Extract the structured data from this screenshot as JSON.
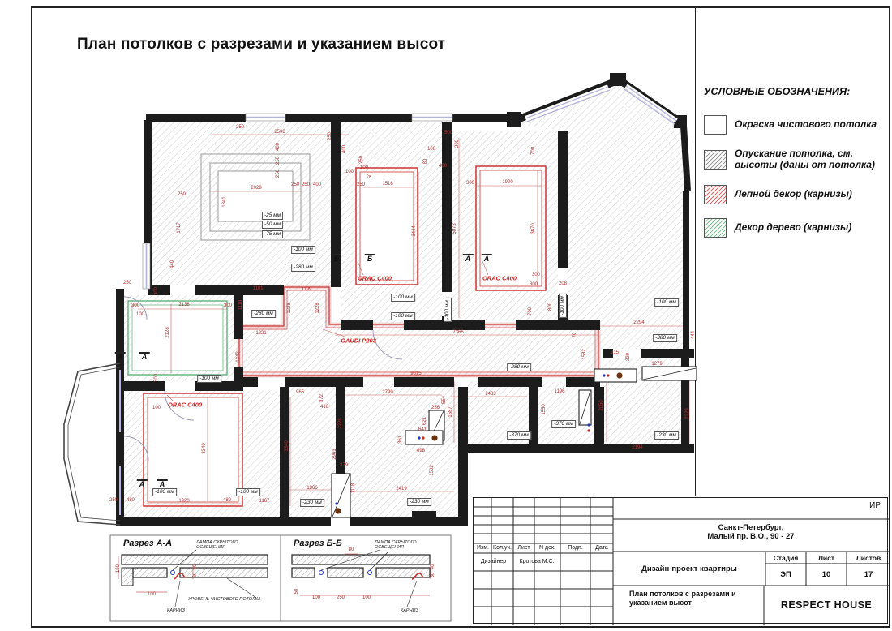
{
  "sheet": {
    "title": "План потолков с разрезами и указанием высот"
  },
  "legend": {
    "title": "УСЛОВНЫЕ ОБОЗНАЧЕНИЯ:",
    "items": [
      {
        "label": "Окраска чистового потолка",
        "swatch": "white"
      },
      {
        "label": "Опускание потолка, см.\nвысоты (даны от потолка)",
        "swatch": "gray-hatch"
      },
      {
        "label": "Лепной декор (карнизы)",
        "swatch": "red-hatch"
      },
      {
        "label": "Декор дерево (карнизы)",
        "swatch": "green-hatch"
      }
    ]
  },
  "colors": {
    "dim_red": "#b03030",
    "cornice_red": "#cc3333",
    "wood_green": "#6cb584",
    "hatch_gray": "#c6c6c6",
    "window_lavender": "#b4b4d9"
  },
  "plan": {
    "dims": [
      [
        "250",
        296,
        157
      ],
      [
        "2508",
        345,
        163
      ],
      [
        "400",
        343,
        181,
        1
      ],
      [
        "250",
        343,
        198,
        1
      ],
      [
        "250",
        343,
        214,
        1
      ],
      [
        "2029",
        316,
        232
      ],
      [
        "250",
        364,
        228
      ],
      [
        "250",
        377,
        228
      ],
      [
        "400",
        391,
        228
      ],
      [
        "1341",
        277,
        249,
        1
      ],
      [
        "250",
        224,
        240
      ],
      [
        "1717",
        221,
        281,
        1
      ],
      [
        "440",
        213,
        326,
        1
      ],
      [
        "250",
        157,
        349
      ],
      [
        "250",
        407,
        168,
        1
      ],
      [
        "400",
        425,
        184,
        1
      ],
      [
        "100",
        431,
        212
      ],
      [
        "250",
        446,
        197,
        1
      ],
      [
        "100",
        449,
        207
      ],
      [
        "50",
        457,
        217,
        1
      ],
      [
        "250",
        445,
        228
      ],
      [
        "1516",
        478,
        227
      ],
      [
        "100",
        532,
        184
      ],
      [
        "80",
        525,
        199,
        1
      ],
      [
        "480",
        546,
        205
      ],
      [
        "3444",
        511,
        285,
        1
      ],
      [
        "500",
        553,
        164
      ],
      [
        "200",
        564,
        177,
        1
      ],
      [
        "700",
        658,
        186,
        1
      ],
      [
        "300",
        580,
        226
      ],
      [
        "1900",
        626,
        225
      ],
      [
        "5073",
        561,
        282,
        1
      ],
      [
        "3670",
        658,
        282,
        1
      ],
      [
        "300",
        661,
        339
      ],
      [
        "300",
        658,
        351
      ],
      [
        "208",
        694,
        350
      ],
      [
        "800",
        679,
        378,
        1
      ],
      [
        "700",
        654,
        384,
        1
      ],
      [
        "2294",
        788,
        398
      ],
      [
        "444",
        855,
        413,
        1
      ],
      [
        "915",
        758,
        435
      ],
      [
        "320",
        775,
        440,
        1
      ],
      [
        "1279",
        810,
        449
      ],
      [
        "2050",
        742,
        500,
        1
      ],
      [
        "2229",
        848,
        510,
        1
      ],
      [
        "2194",
        786,
        552
      ],
      [
        "1101",
        318,
        356
      ],
      [
        "1118",
        297,
        376,
        1
      ],
      [
        "1199",
        378,
        357
      ],
      [
        "1228",
        357,
        380,
        1
      ],
      [
        "1228",
        392,
        380,
        1
      ],
      [
        "1221",
        322,
        411
      ],
      [
        "1342",
        294,
        440,
        1
      ],
      [
        "7366",
        565,
        410
      ],
      [
        "70",
        709,
        413,
        1
      ],
      [
        "1582",
        721,
        437,
        1
      ],
      [
        "9615",
        513,
        461
      ],
      [
        "300",
        193,
        359,
        1
      ],
      [
        "300",
        167,
        377
      ],
      [
        "2138",
        227,
        376
      ],
      [
        "300",
        281,
        377
      ],
      [
        "100",
        173,
        388
      ],
      [
        "2128",
        207,
        410,
        1
      ],
      [
        "300",
        193,
        466,
        1
      ],
      [
        "100",
        193,
        503
      ],
      [
        "3340",
        252,
        553,
        1
      ],
      [
        "250",
        140,
        617
      ],
      [
        "480",
        161,
        617
      ],
      [
        "1920",
        227,
        618
      ],
      [
        "480",
        280,
        617
      ],
      [
        "1167",
        326,
        618
      ],
      [
        "965",
        370,
        484
      ],
      [
        "372",
        397,
        491,
        1
      ],
      [
        "416",
        400,
        502
      ],
      [
        "2799",
        478,
        484
      ],
      [
        "2228",
        420,
        522,
        1
      ],
      [
        "3340",
        354,
        550,
        1
      ],
      [
        "2963",
        413,
        560,
        1
      ],
      [
        "1366",
        385,
        602
      ],
      [
        "379",
        424,
        574
      ],
      [
        "1118",
        436,
        602,
        1
      ],
      [
        "2419",
        495,
        603
      ],
      [
        "554",
        548,
        493,
        1
      ],
      [
        "256",
        537,
        503
      ],
      [
        "621",
        524,
        519,
        1
      ],
      [
        "641",
        521,
        530
      ],
      [
        "361",
        494,
        542,
        1
      ],
      [
        "698",
        519,
        556
      ],
      [
        "1502",
        533,
        580,
        1
      ],
      [
        "2433",
        605,
        486
      ],
      [
        "1587",
        556,
        508,
        1
      ],
      [
        "1196",
        690,
        483
      ],
      [
        "1550",
        671,
        505,
        1
      ]
    ],
    "heights": [
      [
        "-25 мм",
        336,
        266
      ],
      [
        "-50 мм",
        336,
        277
      ],
      [
        "-75 мм",
        336,
        289
      ],
      [
        "-100 мм",
        374,
        308
      ],
      [
        "-280 мм",
        374,
        330
      ],
      [
        "-100 мм",
        497,
        367
      ],
      [
        "-100 мм",
        497,
        390
      ],
      [
        "-280 мм",
        325,
        387
      ],
      [
        "-100 мм",
        552,
        382,
        1
      ],
      [
        "-100 мм",
        822,
        373
      ],
      [
        "-380 мм",
        820,
        417
      ],
      [
        "-100 мм",
        694,
        377,
        1
      ],
      [
        "-280 мм",
        640,
        453
      ],
      [
        "-100 мм",
        258,
        467
      ],
      [
        "-100 мм",
        203,
        607
      ],
      [
        "-100 мм",
        306,
        607
      ],
      [
        "-230 мм",
        385,
        620
      ],
      [
        "-230 мм",
        517,
        619
      ],
      [
        "-370 мм",
        640,
        537
      ],
      [
        "-370 мм",
        695,
        523
      ],
      [
        "-230 мм",
        822,
        537
      ]
    ],
    "products": [
      [
        "ORAC C400",
        462,
        343
      ],
      [
        "ORAC C400",
        616,
        343
      ],
      [
        "ORAC C400",
        228,
        499
      ],
      [
        "GAUDI P203",
        442,
        420
      ]
    ],
    "markers": [
      [
        "Б",
        415,
        313
      ],
      [
        "Б",
        456,
        313
      ],
      [
        "А",
        577,
        313
      ],
      [
        "А",
        600,
        313
      ],
      [
        "А",
        148,
        434
      ],
      [
        "А",
        178,
        434
      ],
      [
        "А",
        175,
        591
      ],
      [
        "А",
        200,
        591
      ]
    ]
  },
  "sections": {
    "a": {
      "title": "Разрез А-А",
      "lamp_label": "ЛАМПА СКРЫТОГО\nОСВЕЩЕНИЯ",
      "level_label": "УРОВЕНЬ ЧИСТОВОГО ПОТОЛКА",
      "cornice_label": "КАРНИЗ"
    },
    "b": {
      "title": "Разрез Б-Б",
      "lamp_label": "ЛАМПА СКРЫТОГО\nОСВЕЩЕНИЯ",
      "cornice_label": "КАРНИЗ"
    },
    "dims": [
      [
        "190",
        146,
        701,
        1
      ],
      [
        "100",
        187,
        733
      ],
      [
        "40",
        241,
        699,
        1
      ],
      [
        "60",
        241,
        709,
        1
      ],
      [
        "80",
        433,
        678
      ],
      [
        "50",
        366,
        729,
        1
      ],
      [
        "100",
        390,
        737
      ],
      [
        "250",
        420,
        737
      ],
      [
        "100",
        452,
        737
      ],
      [
        "40",
        534,
        699,
        1
      ],
      [
        "60",
        534,
        709,
        1
      ]
    ]
  },
  "titleblock": {
    "code": "ИР",
    "address": "Санкт-Петербург,\nМалый пр. В.О., 90 - 27",
    "project": "Дизайн-проект квартиры",
    "sheet_title": "План потолков с разрезами и\nуказанием высот",
    "company": "RESPECT HOUSE",
    "stage_label": "Стадия",
    "stage": "ЭП",
    "sheet_label": "Лист",
    "sheet_no": "10",
    "sheets_label": "Листов",
    "sheets_total": "17",
    "cols": [
      "Изм.",
      "Кол.уч.",
      "Лист",
      "N док.",
      "Подп.",
      "Дата"
    ],
    "designer_label": "Дизайнер",
    "designer_name": "Кротова М.С."
  }
}
